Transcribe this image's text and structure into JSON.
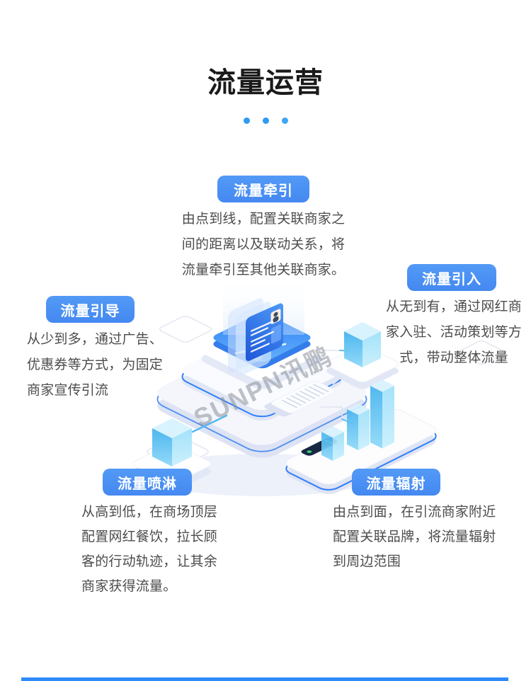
{
  "page": {
    "title": "流量运营",
    "watermark": "SUNPN讯鹏",
    "colors": {
      "badge_blue": "#4a8ef4",
      "dot_blue": "#2e9af3",
      "title_text": "#1a1a1a",
      "body_text": "#4c4c4c",
      "platform_blue_top": "#2f80f8",
      "cube_cyan": "#59c0f3",
      "bottom_bar": "#2e8bf7"
    }
  },
  "sections": [
    {
      "label": "流量牵引",
      "description": "由点到线，配置关联商家之间的距离以及联动关系，将流量牵引至其他关联商家。"
    },
    {
      "label": "流量引入",
      "description": "从无到有，通过网红商家入驻、活动策划等方式，带动整体流量"
    },
    {
      "label": "流量引导",
      "description": "从少到多，通过广告、优惠券等方式，为固定商家宣传引流"
    },
    {
      "label": "流量喷淋",
      "description": "从高到低，在商场顶层配置网红餐饮，拉长顾客的行动轨迹，让其余商家获得流量。"
    },
    {
      "label": "流量辐射",
      "description": "由点到面，在引流商家附近配置关联品牌，将流量辐射到周边范围"
    }
  ]
}
